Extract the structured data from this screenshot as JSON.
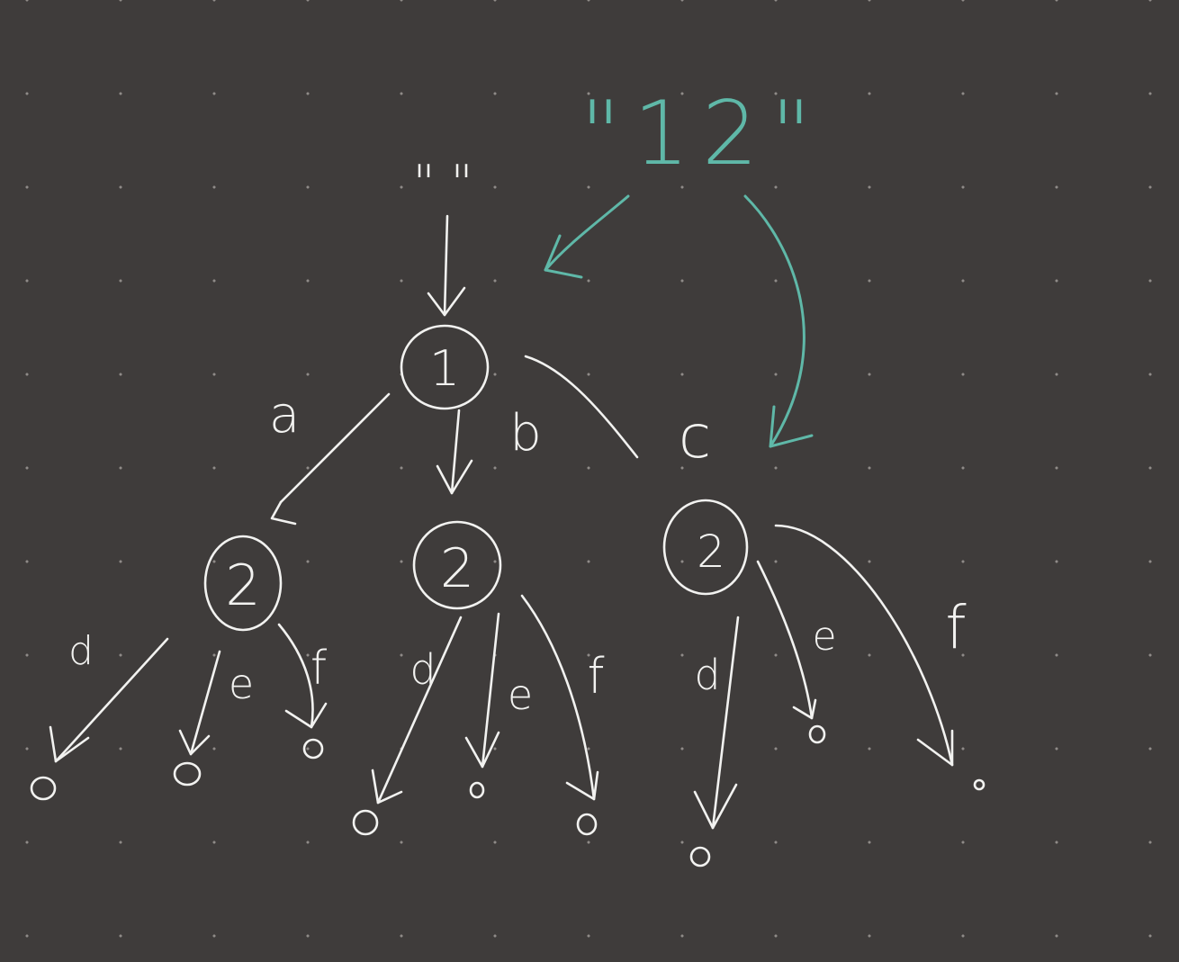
{
  "input_string": "\"12\"",
  "empty_string": "\" \"",
  "accent_color": "#5fb8a8",
  "ink_color": "#f2f2f0",
  "background_color": "#3f3c3b",
  "root_node": {
    "label": "1"
  },
  "edges_level1": [
    {
      "label": "a"
    },
    {
      "label": "b"
    },
    {
      "label": "c"
    }
  ],
  "level2_nodes": [
    {
      "label": "2",
      "edges": [
        "d",
        "e",
        "f"
      ]
    },
    {
      "label": "2",
      "edges": [
        "d",
        "e",
        "f"
      ]
    },
    {
      "label": "2",
      "edges": [
        "d",
        "e",
        "f"
      ]
    }
  ]
}
